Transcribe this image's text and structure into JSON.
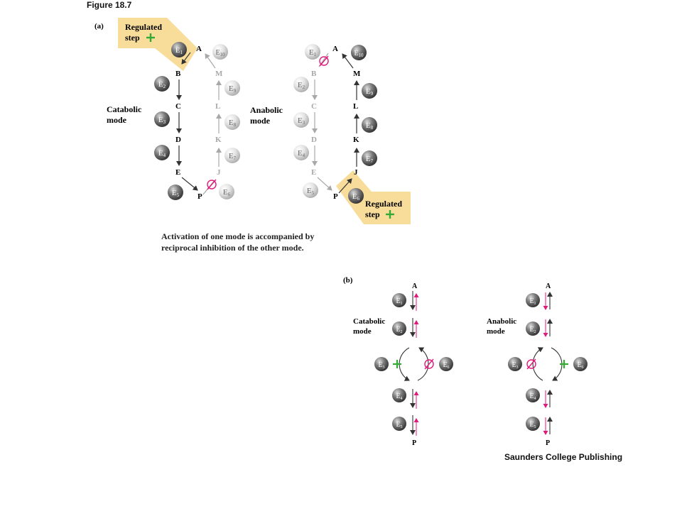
{
  "figure_title": "Figure 18.7",
  "credit": "Saunders College Publishing",
  "panel_a": {
    "label": "(a)",
    "regulated_step": [
      "Regulated",
      "step"
    ],
    "catabolic_mode": [
      "Catabolic",
      "mode"
    ],
    "anabolic_mode": [
      "Anabolic",
      "mode"
    ],
    "caption": [
      "Activation of one mode is accompanied by",
      "reciprocal inhibition of the other mode."
    ],
    "down_path": [
      "A",
      "B",
      "C",
      "D",
      "E"
    ],
    "up_path": [
      "J",
      "K",
      "L",
      "M",
      "A"
    ],
    "end_product": "P",
    "enzymes_down": [
      "E1",
      "E2",
      "E3",
      "E4",
      "E5"
    ],
    "enzymes_up": [
      "E6",
      "E7",
      "E8",
      "E9",
      "E10"
    ]
  },
  "panel_b": {
    "label": "(b)",
    "top": "A",
    "bottom": "P",
    "catabolic_mode": [
      "Catabolic",
      "mode"
    ],
    "anabolic_mode": [
      "Anabolic",
      "mode"
    ],
    "enzymes": [
      "E1",
      "E2",
      "E3",
      "E4",
      "E5",
      "E6"
    ]
  },
  "colors": {
    "highlight": "#f8dc9a",
    "activator": "#33aa33",
    "inhibitor": "#e0197d",
    "arrow": "#333333",
    "faded": "#a8a8a8",
    "sphere_dark": "#555555",
    "sphere_light": "#d6d6d6"
  }
}
